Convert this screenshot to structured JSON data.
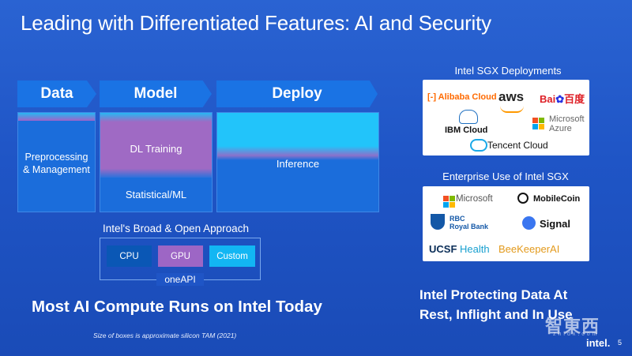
{
  "title": "Leading with Differentiated Features: AI and Security",
  "pipeline": {
    "headers": [
      "Data",
      "Model",
      "Deploy"
    ],
    "data_label": "Preprocessing\n& Management",
    "model_top": "DL Training",
    "model_bottom": "Statistical/ML",
    "deploy_label": "Inference"
  },
  "approach": {
    "title": "Intel's Broad & Open Approach",
    "chips": [
      "CPU",
      "GPU",
      "Custom"
    ],
    "oneapi": "oneAPI"
  },
  "headline": "Most AI Compute Runs on Intel Today",
  "footnote": "Size of boxes is approximate silicon TAM (2021)",
  "sgx": {
    "title": "Intel SGX Deployments",
    "logos": {
      "alibaba": "Alibaba Cloud",
      "aws": "aws",
      "baidu_latin": "Bai",
      "baidu_cn": "百度",
      "ibm": "IBM Cloud",
      "microsoft": "Microsoft",
      "azure": "Azure",
      "tencent": "Tencent Cloud"
    }
  },
  "enterprise": {
    "title": "Enterprise Use of Intel SGX",
    "logos": {
      "microsoft": "Microsoft",
      "mobilecoin": "MobileCoin",
      "rbc_line1": "RBC",
      "rbc_line2": "Royal Bank",
      "signal": "Signal",
      "ucsf": "UCSF",
      "ucsf_health": "Health",
      "beekeeper": "BeeKeeperAI"
    }
  },
  "protecting": "Intel Protecting Data At\nRest, Inflight and In Use",
  "watermark": "智東西",
  "watermark_sub": "zhidx.com",
  "brand": "intel.",
  "page_number": "5",
  "colors": {
    "background": "#1f55c6",
    "header_blue": "#1a73e4",
    "purple": "#9d66c5",
    "cyan": "#22c4fa",
    "cpu": "#0a57b5"
  }
}
